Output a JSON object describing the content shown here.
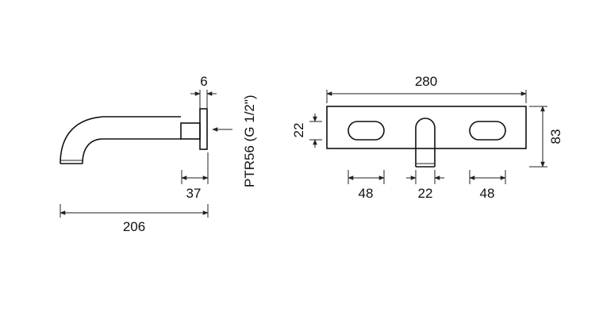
{
  "drawing": {
    "side_view": {
      "flange_thickness": "6",
      "connection_depth": "37",
      "total_length": "206",
      "connection_label": "PTR56 (G 1/2\")"
    },
    "front_view": {
      "plate_width": "280",
      "plate_height": "83",
      "slot_height": "22",
      "left_slot_width": "48",
      "spout_width": "22",
      "right_slot_width": "48"
    }
  }
}
